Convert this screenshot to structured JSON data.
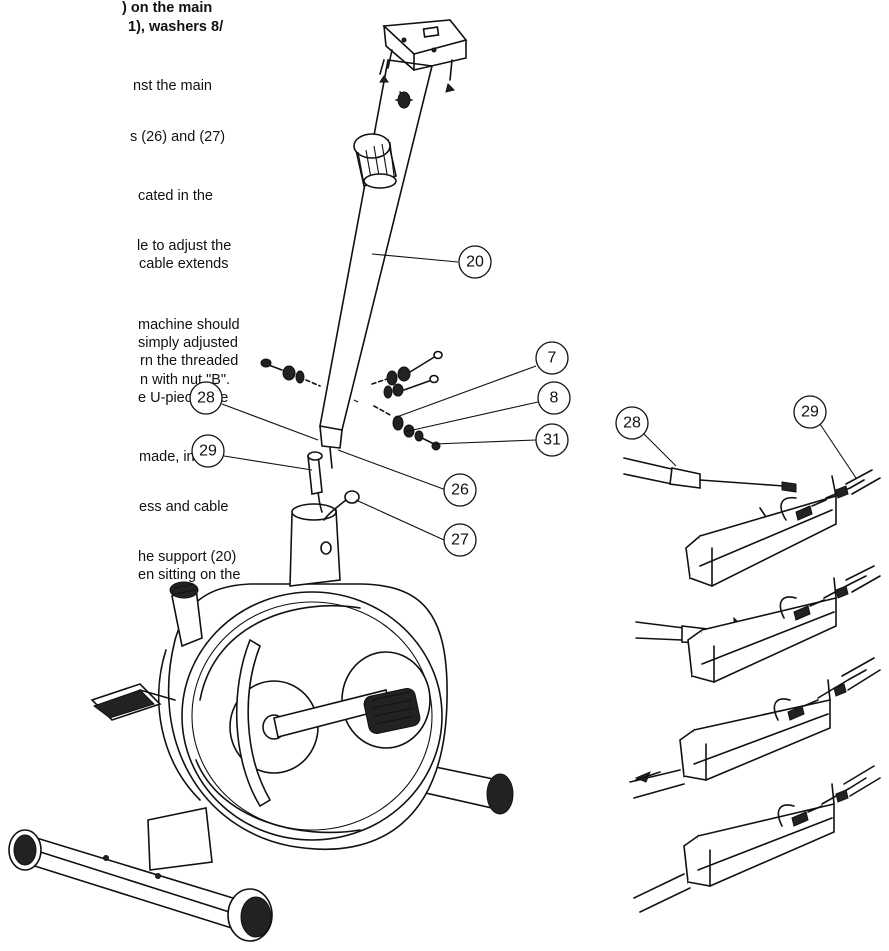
{
  "instructions": [
    {
      "text": ") on the main",
      "bold": true
    },
    {
      "text": "1), washers 8/",
      "bold": true
    },
    {
      "text": "nst the main",
      "bold": false
    },
    {
      "text": "s (26) and (27)",
      "bold": false
    },
    {
      "text": "cated in the",
      "bold": false
    },
    {
      "text": "le to adjust the",
      "bold": false
    },
    {
      "text": "cable extends",
      "bold": false
    },
    {
      "text": "machine should",
      "bold": false
    },
    {
      "text": "simply adjusted",
      "bold": false
    },
    {
      "text": "rn the threaded",
      "bold": false
    },
    {
      "text": "n with nut \"B\".",
      "bold": false
    },
    {
      "text": "e U-piece, the",
      "bold": false
    },
    {
      "text": "made, insert",
      "bold": false
    },
    {
      "text": "ess and cable",
      "bold": false
    },
    {
      "text": "he support (20)",
      "bold": false
    },
    {
      "text": "en sitting on the",
      "bold": false
    }
  ],
  "callouts": {
    "main": [
      "20",
      "7",
      "8",
      "31",
      "28",
      "29",
      "26",
      "27"
    ],
    "detail": [
      "28",
      "29"
    ]
  }
}
